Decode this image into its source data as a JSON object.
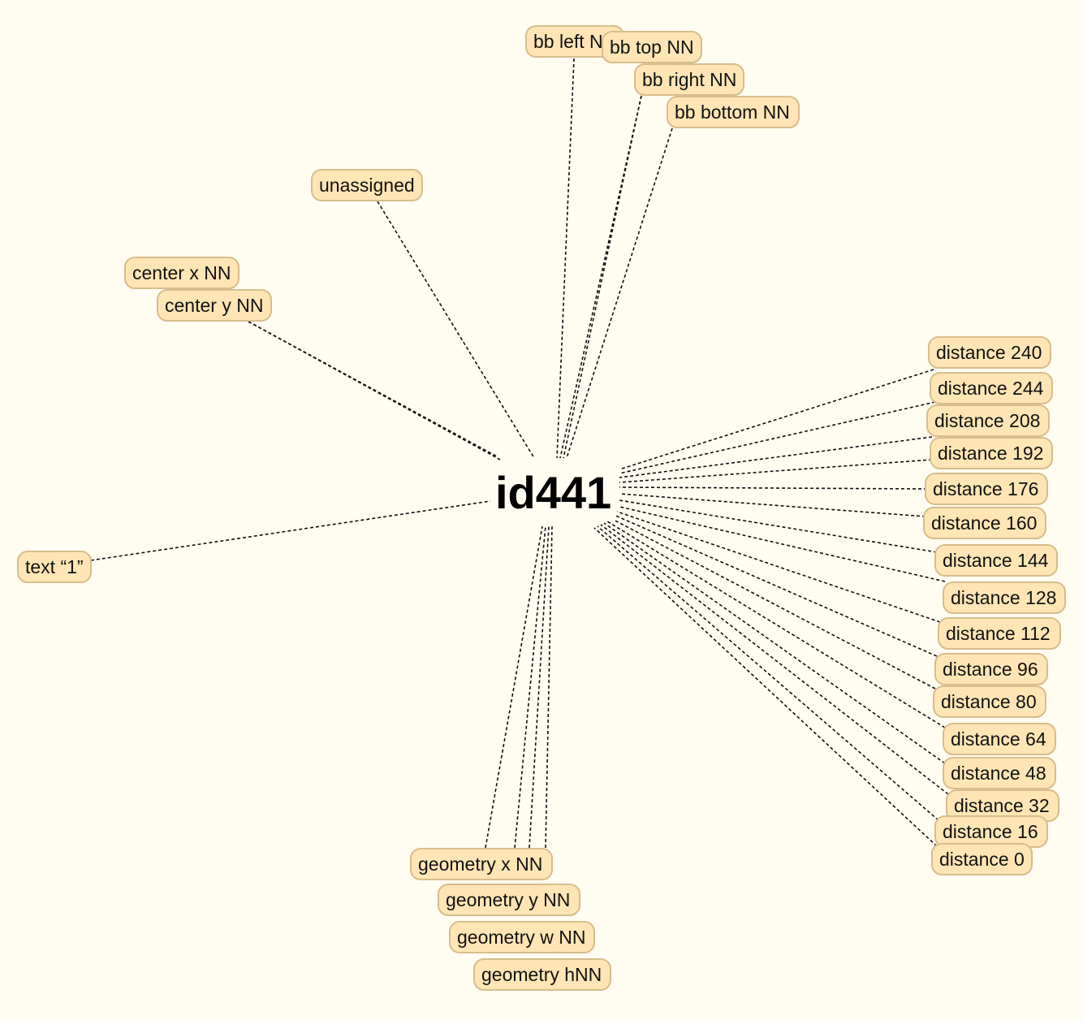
{
  "center_label": "id441",
  "colors": {
    "background": "#fffcf2",
    "node_fill": "#ffe5b5",
    "node_border": "#d7bd8c",
    "edge": "#111111"
  },
  "nodes": [
    {
      "id": "bb-left",
      "label": "bb left NN"
    },
    {
      "id": "bb-top",
      "label": "bb top NN"
    },
    {
      "id": "bb-right",
      "label": "bb right NN"
    },
    {
      "id": "bb-bottom",
      "label": "bb bottom NN"
    },
    {
      "id": "unassigned",
      "label": "unassigned"
    },
    {
      "id": "center-x",
      "label": "center x NN"
    },
    {
      "id": "center-y",
      "label": "center y NN"
    },
    {
      "id": "text-1",
      "label": "text “1”"
    },
    {
      "id": "distance-240",
      "label": "distance 240"
    },
    {
      "id": "distance-244",
      "label": "distance 244"
    },
    {
      "id": "distance-208",
      "label": "distance 208"
    },
    {
      "id": "distance-192",
      "label": "distance 192"
    },
    {
      "id": "distance-176",
      "label": "distance 176"
    },
    {
      "id": "distance-160",
      "label": "distance 160"
    },
    {
      "id": "distance-144",
      "label": "distance 144"
    },
    {
      "id": "distance-128",
      "label": "distance 128"
    },
    {
      "id": "distance-112",
      "label": "distance 112"
    },
    {
      "id": "distance-96",
      "label": "distance 96"
    },
    {
      "id": "distance-80",
      "label": "distance 80"
    },
    {
      "id": "distance-64",
      "label": "distance 64"
    },
    {
      "id": "distance-48",
      "label": "distance 48"
    },
    {
      "id": "distance-32",
      "label": "distance 32"
    },
    {
      "id": "distance-16",
      "label": "distance 16"
    },
    {
      "id": "distance-0",
      "label": "distance 0"
    },
    {
      "id": "geometry-x",
      "label": "geometry x NN"
    },
    {
      "id": "geometry-y",
      "label": "geometry y NN"
    },
    {
      "id": "geometry-w",
      "label": "geometry w NN"
    },
    {
      "id": "geometry-h",
      "label": "geometry hNN"
    }
  ]
}
